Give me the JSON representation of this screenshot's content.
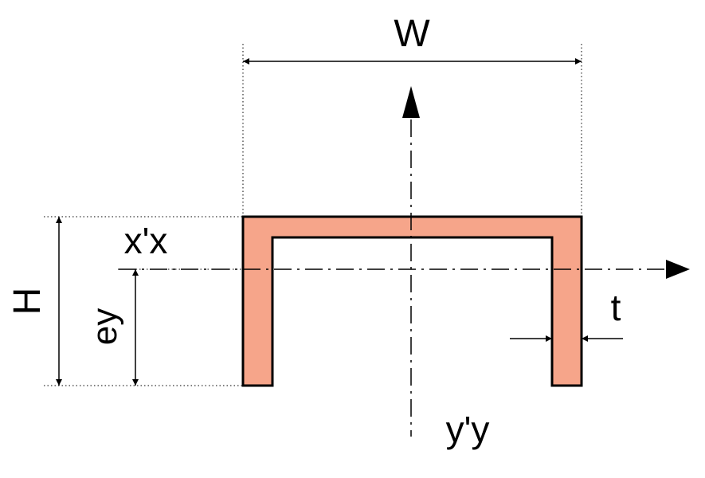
{
  "labels": {
    "width": "W",
    "height": "H",
    "ey": "ey",
    "thickness": "t",
    "x_axis": "x'x",
    "y_axis": "y'y"
  },
  "colors": {
    "section_fill": "#F6A58A",
    "line": "#000000"
  }
}
